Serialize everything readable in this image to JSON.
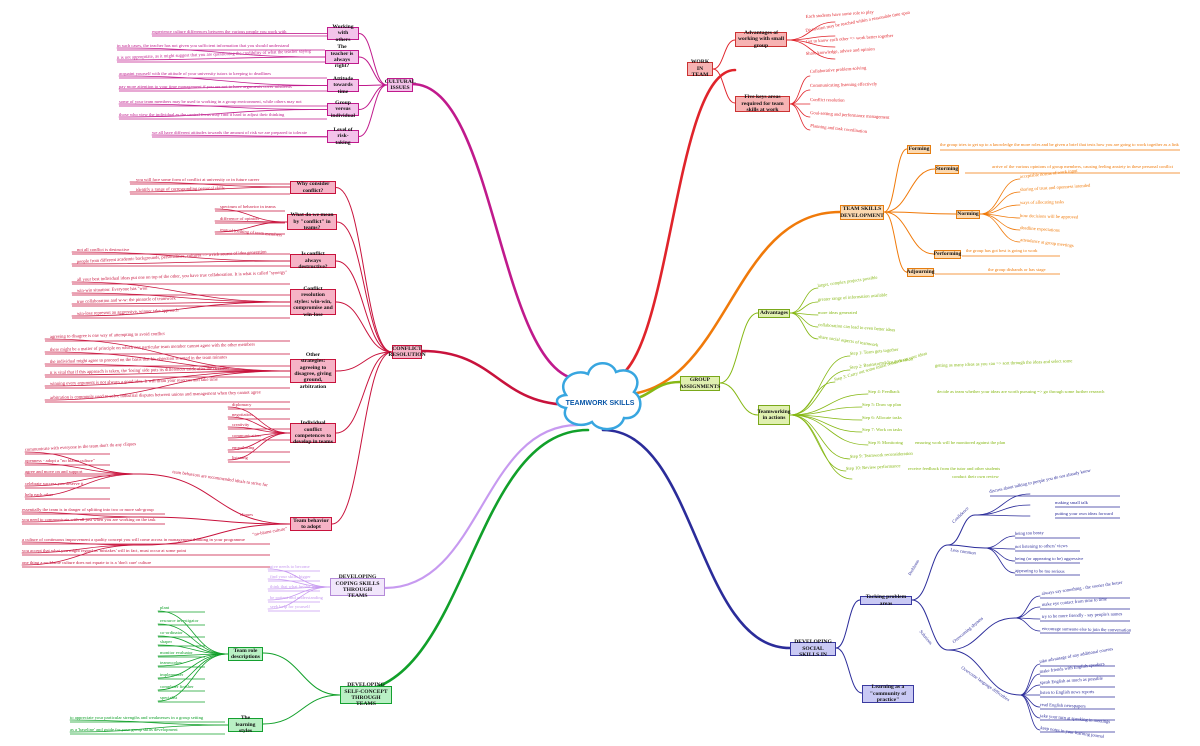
{
  "center": {
    "title": "TEAMWORK SKILLS"
  },
  "branches": {
    "work_in_team": {
      "title": "WORK IN TEAM",
      "advantages": {
        "title": "Advantages of working with small group",
        "items": [
          "Each students have some role to play",
          "Discussion may be reached within a reasonable time span",
          "Get to know each other => work better together",
          "Share knowledge, advice and opinion"
        ]
      },
      "five_keys": {
        "title": "Five keys areas required for team skills at work",
        "items": [
          "Collaborative problem-solving",
          "Communicating listening effectively",
          "Conflict resolution",
          "Goal-setting and performance management",
          "Planning and task coordination"
        ]
      }
    },
    "team_skills_development": {
      "title": "TEAM SKILLS DEVELOPMENT",
      "stages": [
        {
          "name": "Forming",
          "text": "the group tries to get up to a knowledge the more roles and be given a brief that tests how you are going to work together as a link"
        },
        {
          "name": "Storming",
          "text": "arrive of the various opinions of group members, causing feeling anxiety in these personal conflict"
        },
        {
          "name": "Norming",
          "items": [
            "acceptable norms of work input",
            "sharing of trust and openness intended",
            "ways of allocating tasks",
            "how decisions will be approved",
            "deadline expectations",
            "attendance at group meetings"
          ]
        },
        {
          "name": "Performing",
          "text": "the group has got best is going to work"
        },
        {
          "name": "Adjourning",
          "text": "the group disbands or has stage"
        }
      ]
    },
    "group_assignments": {
      "title": "GROUP ASSIGNMENTS",
      "advantages": {
        "title": "Advantages",
        "items": [
          "larger, complex projects possible",
          "greater range of information available",
          "more ideas generated",
          "collaboration can lead to even better ideas",
          "share social aspects of teamwork"
        ]
      },
      "teamworking": {
        "title": "Teamworking in actions",
        "steps": [
          {
            "step": "Step 1: Team gets together",
            "note": ""
          },
          {
            "step": "Step 2: Brainstorm/idea generation",
            "note": "getting as many ideas as you can => sort through the ideas and select some"
          },
          {
            "step": "Step 3: Carry out some initial research on your ideas",
            "note": ""
          },
          {
            "step": "Step 4: Feedback",
            "note": "decide as team whether your ideas are worth pursuing => go through some further research"
          },
          {
            "step": "Step 5: Draw up plan",
            "note": ""
          },
          {
            "step": "Step 6: Allocate tasks",
            "note": ""
          },
          {
            "step": "Step 7: Work on tasks",
            "note": ""
          },
          {
            "step": "Step 8: Monitoring",
            "note": "ensuring work will be monitored against the plan"
          },
          {
            "step": "Step 9: Teamwork reconsideration",
            "note": ""
          },
          {
            "step": "Step 10: Review performance",
            "note": "receive feedback from the tutor and other students"
          },
          {
            "step": "",
            "note": "conduct their own review"
          }
        ]
      }
    },
    "developing_social_skills": {
      "title": "DEVELOPING SOCIAL SKILLS IN",
      "tackling": {
        "title": "Tacking problem areas"
      },
      "problems": {
        "title": "Problems",
        "confidence": {
          "title": "Confidence",
          "items": [
            "discuss about talking to people you do not already know",
            "making small talk",
            "putting your own ideas forward"
          ]
        },
        "less_common": {
          "title": "Less common",
          "items": [
            "being too bossy",
            "not listening to others' views",
            "being (or appearing to be) aggressive",
            "appearing to be too serious"
          ]
        }
      },
      "solutions": {
        "title": "Solutions",
        "overcoming": {
          "title": "Overcoming shyness",
          "items": [
            "always say something - the sooner the better",
            "make eye contact from time to time",
            "try to be more friendly - say people's names",
            "encourage someone else to join the conversation"
          ]
        },
        "language": {
          "title": "Overcome language difficulties",
          "items": [
            "take advantage of any additional courses",
            "make friends with English speakers",
            "speak English as much as possible",
            "listen to English news reports",
            "read English newspapers",
            "take your turn at speaking in meetings",
            "keep notes in your learning journal"
          ]
        }
      },
      "learning": {
        "title": "Learning as a \"community of practice\""
      }
    },
    "developing_self_concept": {
      "title": "DEVELOPING SELF-CONCEPT THROUGH TEAMS",
      "team_roles": {
        "title": "Team role descriptions",
        "items": [
          "plant",
          "resource investigator",
          "co-ordinator",
          "shaper",
          "monitor evaluator",
          "teamworker",
          "implementer",
          "completer finisher",
          "specialist"
        ]
      },
      "learning_styles": {
        "title": "The learning styles",
        "items": [
          "to appreciate your particular strengths and weaknesses in a group setting",
          "as a 'baseline' and guide for your group skills development"
        ]
      }
    },
    "developing_coping": {
      "title": "DEVELOPING COPING SKILLS THROUGH TEAMS",
      "items": [
        "give needs to become",
        "find your skills bigger",
        "think that what he/she learns",
        "be patient and understanding",
        "seek help for yourself"
      ]
    },
    "conflict_resolution": {
      "title": "CONFLICT RESOLUTION",
      "why": {
        "title": "Why consider conflict?",
        "items": [
          "you will face some form of conflict at university or in future career",
          "identify a range of corresponding personal skills"
        ]
      },
      "what": {
        "title": "What do we mean by \"conflict\" in teams?",
        "items": [
          "spectrum of behavior in teams",
          "difference of opinion",
          "mutual loathing of team members"
        ]
      },
      "always": {
        "title": "Is conflict always destructive?",
        "items": [
          "not all conflict is destructive",
          "people from different academic backgrounds, personalities, cultures => a rich source of idea generation"
        ]
      },
      "styles": {
        "title": "Conflict resolution styles: win-win, compromise and win-lose",
        "items": [
          "all your best individual ideas put one on top of the other, you have true collaboration. It is what is called \"synergy\"",
          "win-win situation: Everyone has \"won\"",
          "true collaboration and w-w: the pinnacle of teamwork",
          "win-lose represent an aggressive, winner take approach"
        ]
      },
      "strategies": {
        "title": "Other strategies: agreeing to disagree, giving ground, arbitration",
        "items": [
          "agreeing to disagree is one way of attempting to avoid conflict",
          "there might be a matter of principle on which one particular team member cannot agree with the other members",
          "the individual might agree to proceed on the basis that his objection is noted in the team minutes",
          "it is vital that if this approach is taken, the 'losing' side puts its differences aside after the decision",
          "winning every argument is not always a good idea. It will drain your reserves and take time",
          "arbitration is commonly used to solve industrial disputes between unions and management when they cannot agree"
        ]
      },
      "competences": {
        "title": "Individual conflict competences to develop in teams",
        "items": [
          "diplomacy",
          "negotiation",
          "creativity",
          "communication",
          "empathising",
          "listening"
        ]
      },
      "adopt": {
        "title": "Team behavior to adopt",
        "recommended": "team behaviors are recommended ideals to strive for",
        "recommended_items": [
          "communicate with everyone in the team don't do any cliques",
          "openness - adopt a \"no blame culture\"",
          "agree and move on and support",
          "celebrate success you deserve it",
          "help each other"
        ],
        "cliques": "cliques",
        "cliques_items": [
          "essentially the team is in danger of splitting into two or more sub-group",
          "you need to communicate with all just when you are working on the task"
        ],
        "no_blame": "\"no-blame culture\"",
        "no_blame_items": [
          "a culture of continuous improvement a quality concept you will come across in management thinking in your programme",
          "you accept that what you might regard as 'mistakes' will in fact, must occur at some point",
          "one thing a no-blame culture does not equate to is a 'don't care' culture"
        ]
      }
    },
    "cultural_issues": {
      "title": "CULTURAL ISSUES",
      "working_with_others": {
        "title": "Working with others",
        "items": [
          "experience culture differences between the various people you work with"
        ]
      },
      "always_right": {
        "title": "The teacher is always right?",
        "items": [
          "in such cases, the teacher has not given you sufficient information that you should understand",
          "it is not appropriate, as it might suggest that you are questioning the credibility of what the teacher saying"
        ]
      },
      "attitude": {
        "title": "Attitude towards time",
        "items": [
          "acquaint yourself with the attitude of your university tutors to keeping to deadlines",
          "pay more attention to your time management if you are not to have arguments cover misdeeds"
        ]
      },
      "group": {
        "title": "Group versus individual",
        "items": [
          "some of your team members may be used to working in a group environment, while others may not",
          "those who view the individual as the central focus may find it hard to adjust their thinking"
        ]
      },
      "risk": {
        "title": "Level of risk-taking",
        "items": [
          "we all have different attitudes towards the amount of risk we are prepared to tolerate"
        ]
      }
    }
  },
  "colors": {
    "work": "#e0242b",
    "team": "#f07a0a",
    "group": "#86b814",
    "social": "#2b2c9a",
    "self": "#11a02a",
    "coping": "#c79af0",
    "conflict": "#c8123c",
    "cultural": "#c01a8c",
    "center_border": "#38a6e0"
  }
}
